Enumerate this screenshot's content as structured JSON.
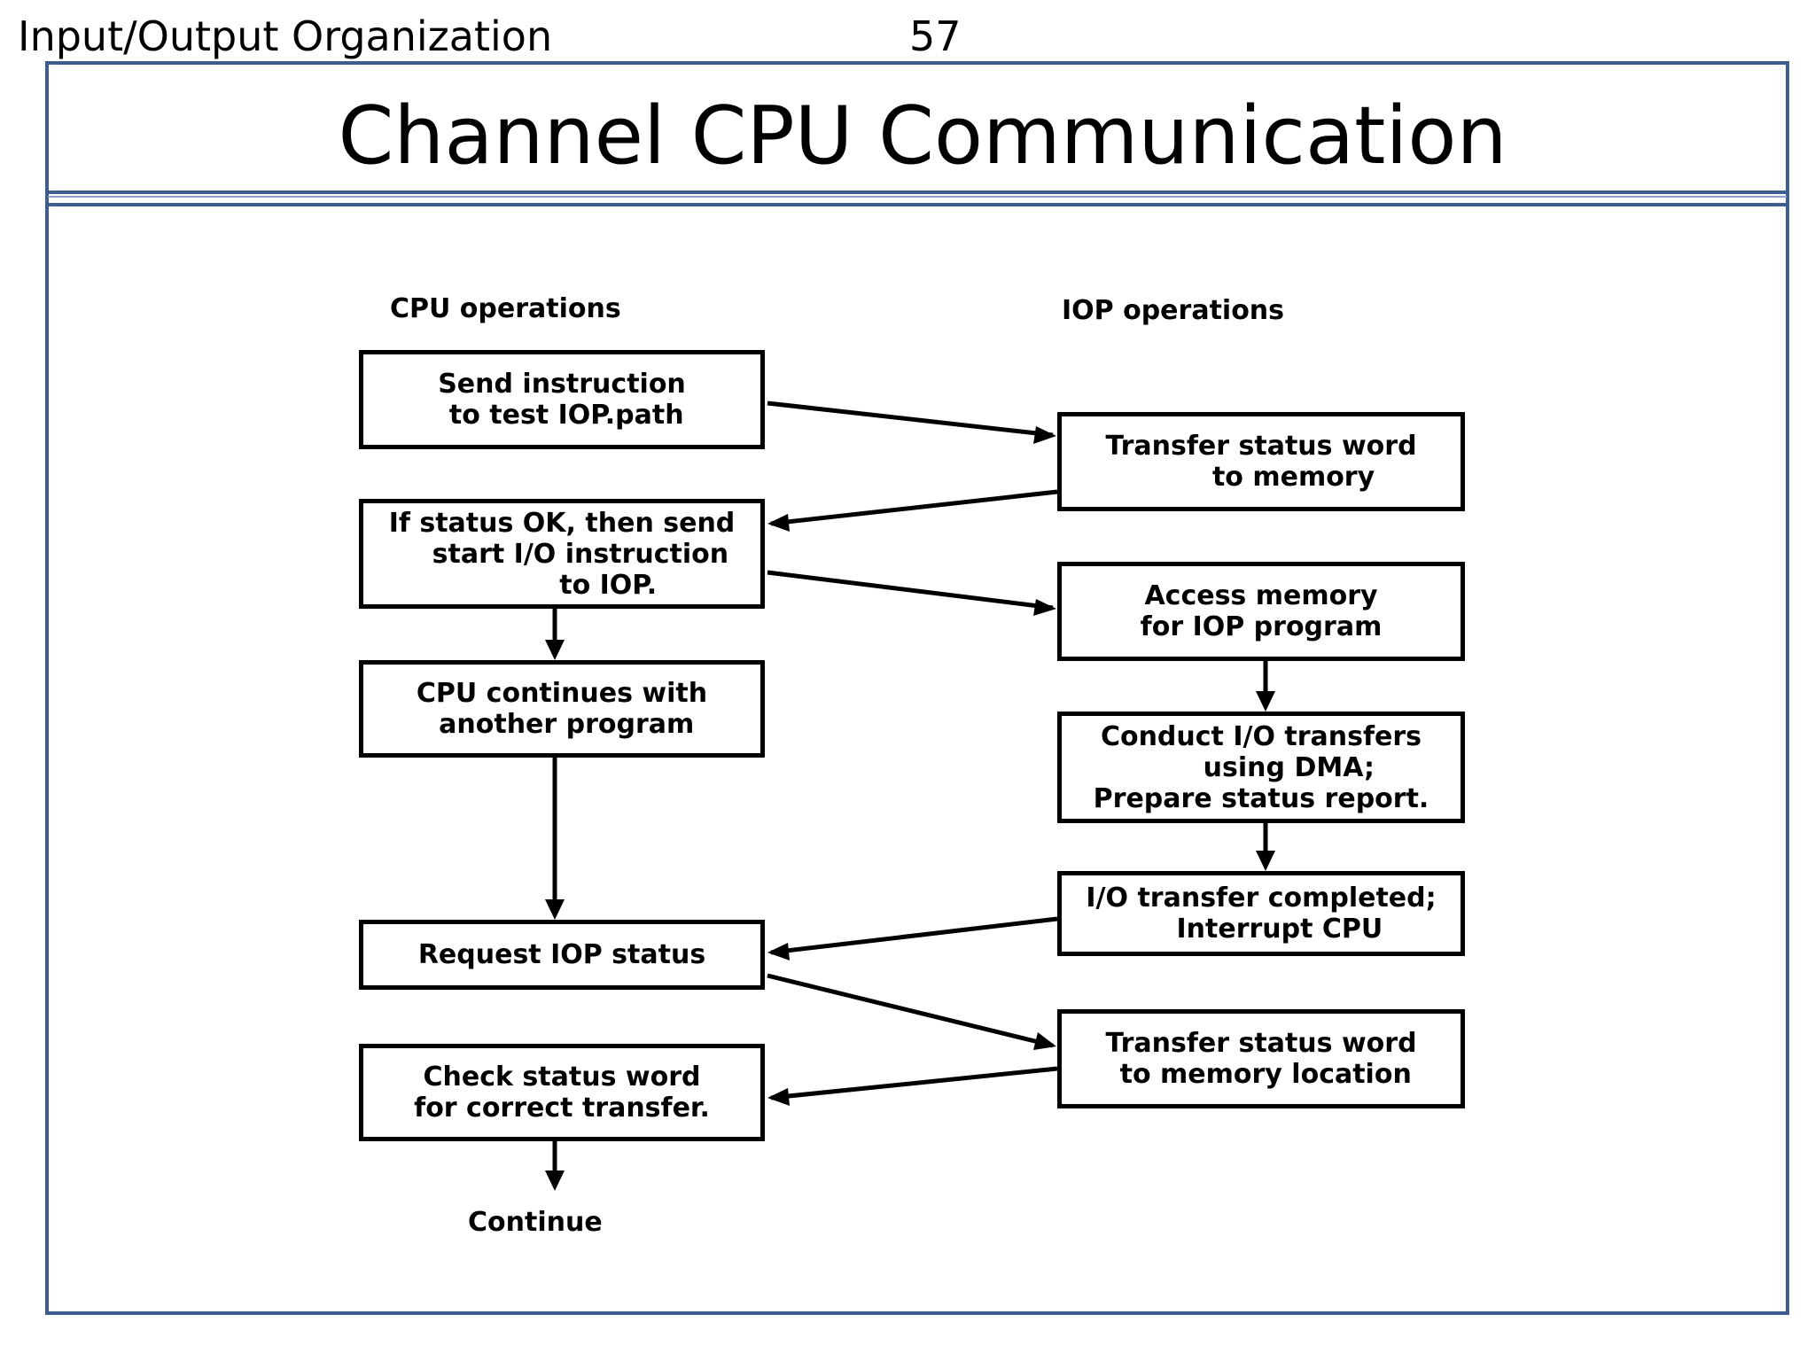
{
  "header": {
    "section": "Input/Output Organization",
    "page_number": "57"
  },
  "slide": {
    "title": "Channel CPU Communication"
  },
  "diagram": {
    "cpu_column_label": "CPU operations",
    "iop_column_label": "IOP operations",
    "cpu_steps": [
      "Send instruction\n to test IOP.path",
      "If status OK, then send\n    start I/O instruction\n          to IOP.",
      "CPU continues with\n another program",
      "Request IOP status",
      "Check status word\nfor correct transfer."
    ],
    "iop_steps": [
      "Transfer status word\n       to memory",
      "Access memory\nfor IOP program",
      "Conduct I/O transfers\n      using DMA;\nPrepare status report.",
      "I/O transfer completed;\n    Interrupt CPU",
      "Transfer status word\n to memory location"
    ],
    "end_label": "Continue"
  }
}
